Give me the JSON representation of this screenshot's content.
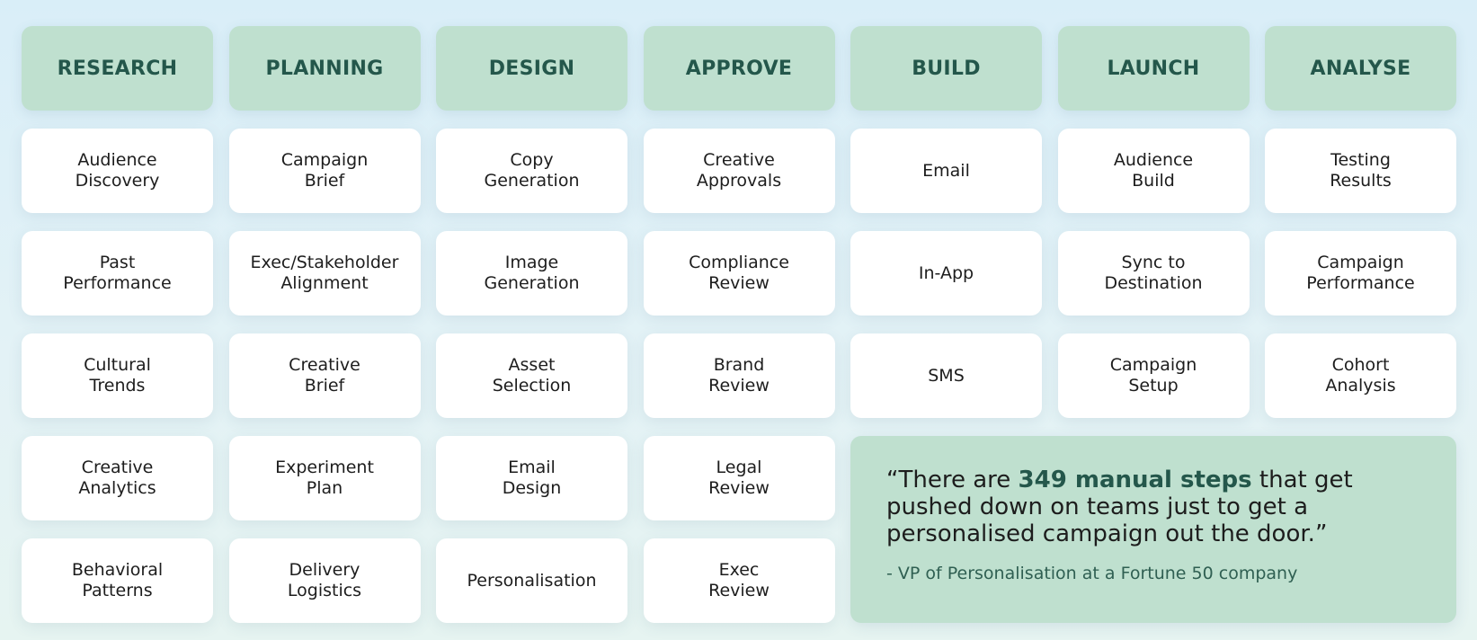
{
  "stages": [
    {
      "label": "RESEARCH",
      "steps": [
        "Audience\nDiscovery",
        "Past\nPerformance",
        "Cultural\nTrends",
        "Creative\nAnalytics",
        "Behavioral\nPatterns"
      ]
    },
    {
      "label": "PLANNING",
      "steps": [
        "Campaign\nBrief",
        "Exec/Stakeholder\nAlignment",
        "Creative\nBrief",
        "Experiment\nPlan",
        "Delivery\nLogistics"
      ]
    },
    {
      "label": "DESIGN",
      "steps": [
        "Copy\nGeneration",
        "Image\nGeneration",
        "Asset\nSelection",
        "Email\nDesign",
        "Personalisation"
      ]
    },
    {
      "label": "APPROVE",
      "steps": [
        "Creative\nApprovals",
        "Compliance\nReview",
        "Brand\nReview",
        "Legal\nReview",
        "Exec\nReview"
      ]
    },
    {
      "label": "BUILD",
      "steps": [
        "Email",
        "In-App",
        "SMS"
      ]
    },
    {
      "label": "LAUNCH",
      "steps": [
        "Audience\nBuild",
        "Sync to\nDestination",
        "Campaign\nSetup"
      ]
    },
    {
      "label": "ANALYSE",
      "steps": [
        "Testing\nResults",
        "Campaign\nPerformance",
        "Cohort\nAnalysis"
      ]
    }
  ],
  "quote": {
    "before": "“There are ",
    "highlight": "349 manual steps",
    "after": " that get pushed down on teams just to get a personalised campaign out the door.”",
    "attribution": "- VP of Personalisation at a Fortune 50 company"
  },
  "colors": {
    "header_bg": "#bfe0cf",
    "header_text": "#24574b",
    "card_bg": "#ffffff",
    "quote_bg": "#bfe0cf"
  }
}
